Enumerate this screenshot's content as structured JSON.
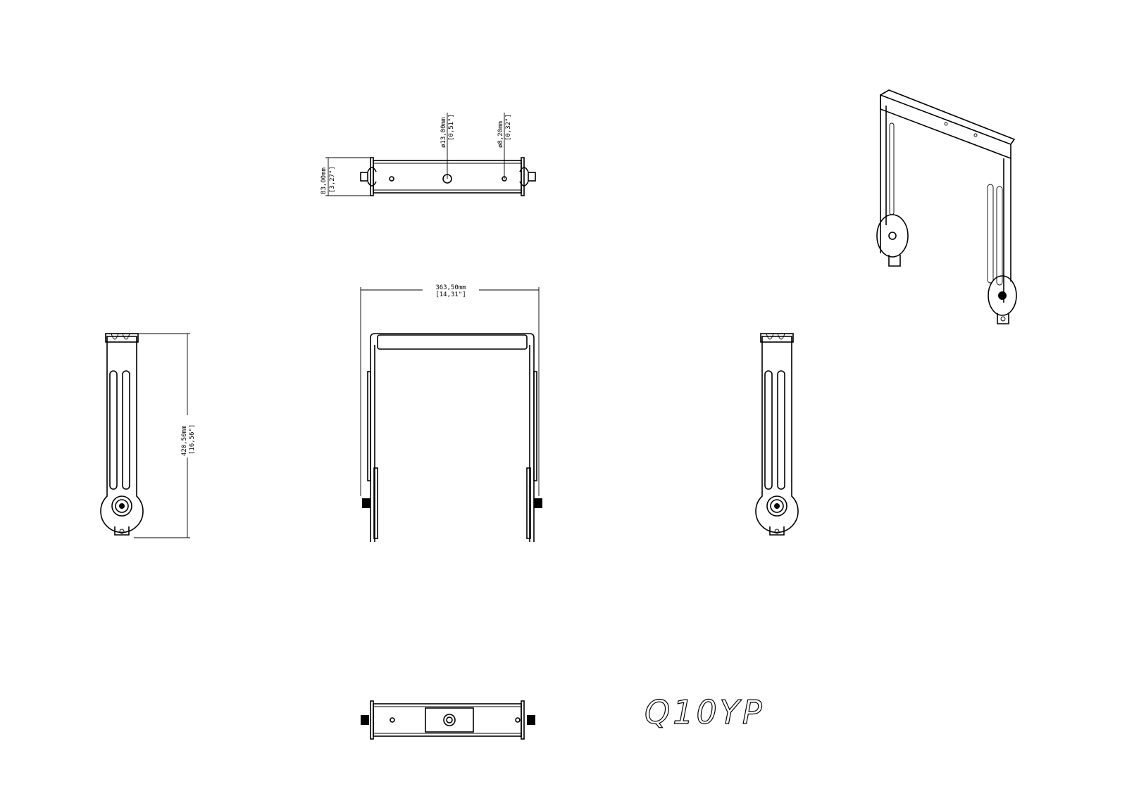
{
  "title": "Q10YP",
  "dimensions": {
    "depth_mm": "83,00mm",
    "depth_in": "[3,27\"]",
    "hole_large_mm": "ø13,00mm",
    "hole_large_in": "[0,51\"]",
    "hole_small_mm": "ø8,20mm",
    "hole_small_in": "[0,32\"]",
    "width_mm": "363,50mm",
    "width_in": "[14,31\"]",
    "height_mm": "420,50mm",
    "height_in": "[16,56\"]"
  }
}
